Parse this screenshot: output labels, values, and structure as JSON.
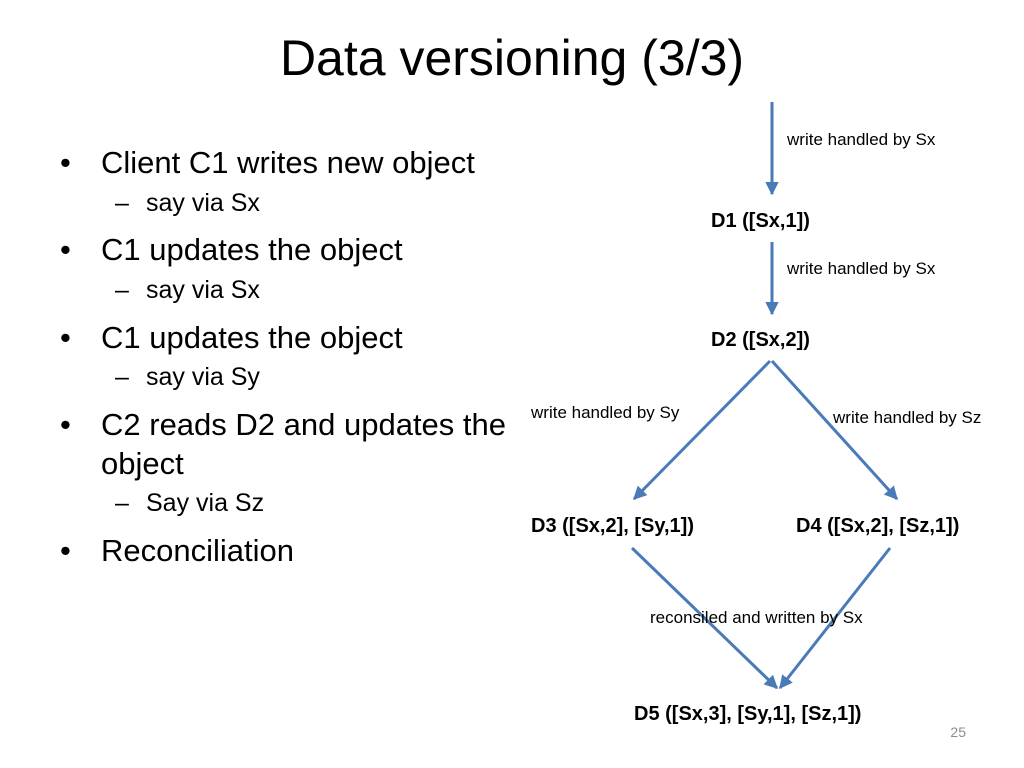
{
  "slide": {
    "title": "Data versioning (3/3)",
    "page_number": "25"
  },
  "bullets": [
    {
      "text": "Client C1 writes new object",
      "sub": [
        "say via Sx"
      ]
    },
    {
      "text": "C1 updates the object",
      "sub": [
        "say via Sx"
      ]
    },
    {
      "text": "C1 updates the object",
      "sub": [
        "say via Sy"
      ]
    },
    {
      "text": "C2 reads D2 and updates the object",
      "sub": [
        "Say via Sz"
      ]
    },
    {
      "text": "Reconciliation",
      "sub": []
    }
  ],
  "markers": {
    "bullet": "•",
    "sub_bullet": "–"
  },
  "diagram": {
    "arrow_color": "#4a7ab8",
    "nodes": {
      "d1": "D1 ([Sx,1])",
      "d2": "D2 ([Sx,2])",
      "d3": "D3 ([Sx,2], [Sy,1])",
      "d4": "D4 ([Sx,2], [Sz,1])",
      "d5": "D5 ([Sx,3], [Sy,1], [Sz,1])"
    },
    "edges": {
      "to_d1": "write handled by Sx",
      "d1_d2": "write handled by Sx",
      "d2_d3": "write handled by Sy",
      "d2_d4": "write handled by Sz",
      "reconcile": "reconsiled and written by Sx"
    }
  }
}
